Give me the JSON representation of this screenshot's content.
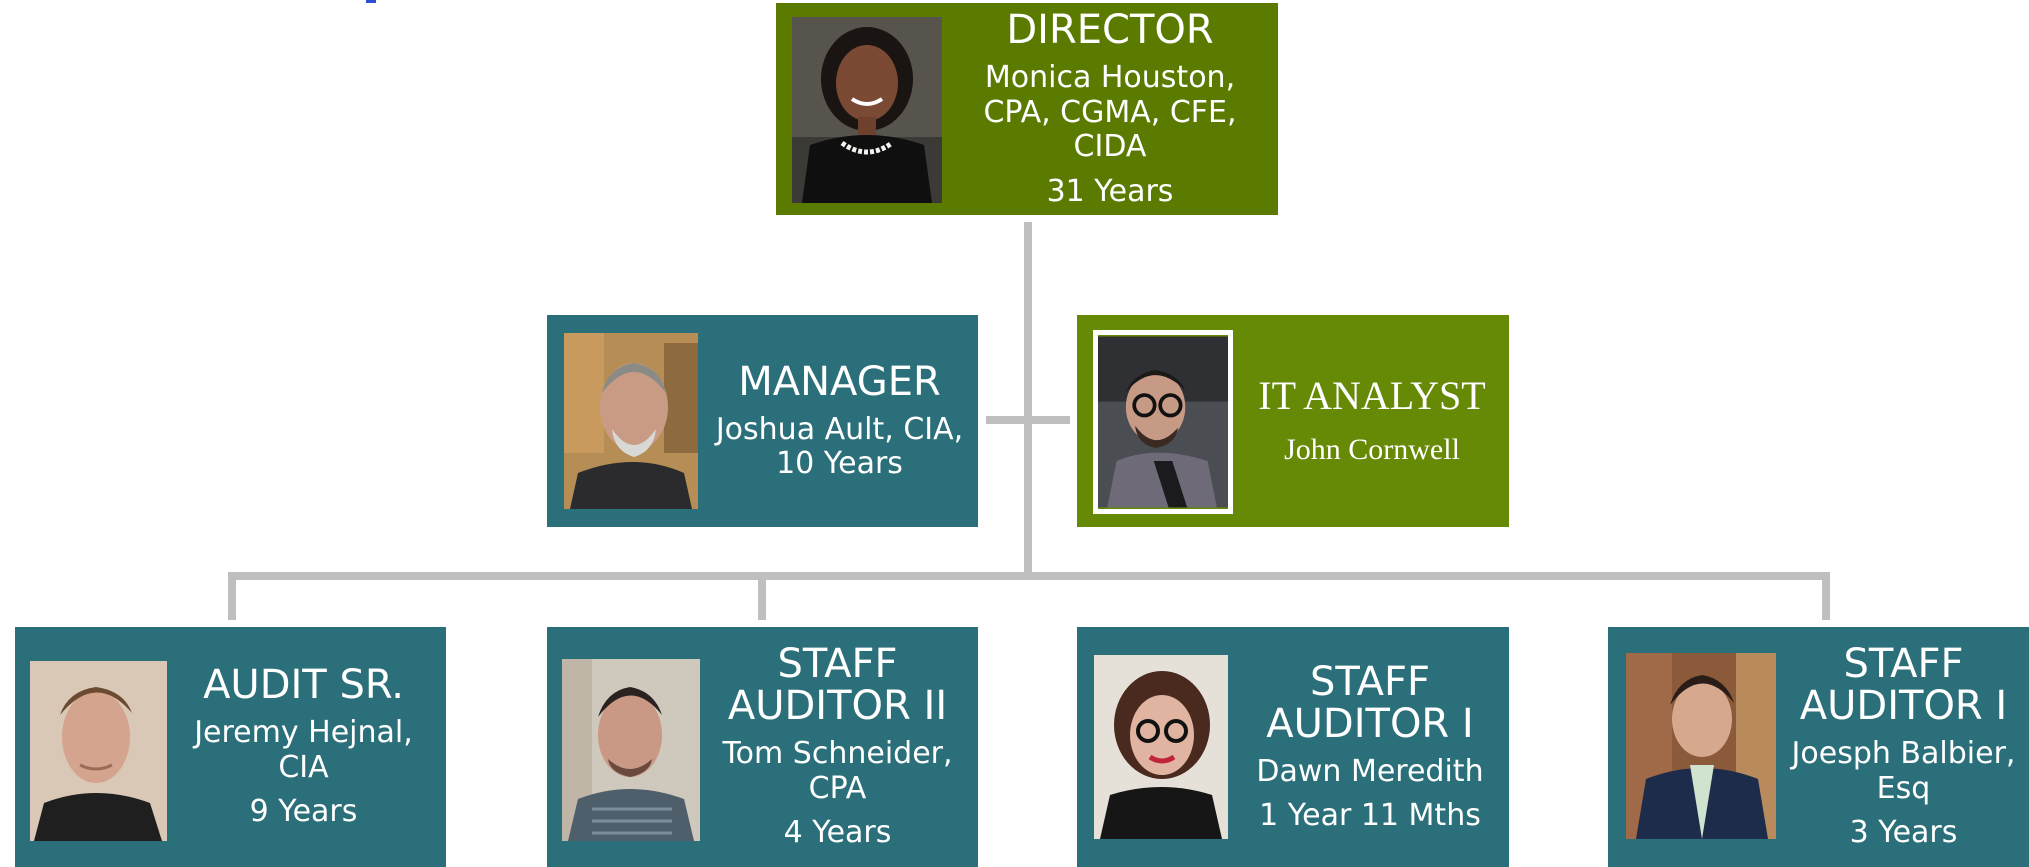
{
  "colors": {
    "director_bg": "#5a7a00",
    "it_bg": "#668a05",
    "staff_bg": "#2a6f79",
    "connector": "#bfbfbf",
    "text": "#ffffff"
  },
  "director": {
    "title": "DIRECTOR",
    "name": "Monica Houston, CPA, CGMA, CFE, CIDA",
    "years": "31 Years"
  },
  "manager": {
    "title": "MANAGER",
    "name": "Joshua Ault, CIA, 10 Years"
  },
  "it_analyst": {
    "title": "IT ANALYST",
    "name": "John Cornwell"
  },
  "audit_sr": {
    "title": "AUDIT SR.",
    "name": "Jeremy Hejnal, CIA",
    "years": "9 Years"
  },
  "staff_auditor_ii": {
    "title": "STAFF AUDITOR II",
    "name": "Tom Schneider, CPA",
    "years": "4 Years"
  },
  "staff_auditor_i_dawn": {
    "title": "STAFF AUDITOR I",
    "name": "Dawn Meredith",
    "years": "1 Year 11 Mths"
  },
  "staff_auditor_i_joesph": {
    "title": "STAFF AUDITOR I",
    "name": "Joesph Balbier, Esq",
    "years": "3 Years"
  }
}
